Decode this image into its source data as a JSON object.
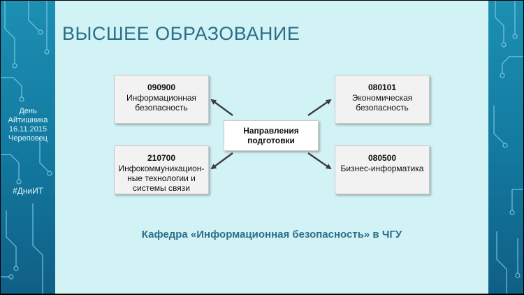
{
  "slide": {
    "title": "ВЫСШЕЕ ОБРАЗОВАНИЕ",
    "side_info": [
      "День",
      "Айтишника",
      "16.11.2015",
      "Череповец"
    ],
    "side_tag": "#ДниИТ",
    "center": [
      "Направления",
      "подготовки"
    ],
    "boxes": [
      {
        "code": "090900",
        "lines": [
          "Информационная",
          "безопасность"
        ]
      },
      {
        "code": "080101",
        "lines": [
          "Экономическая",
          "безопасность"
        ]
      },
      {
        "code": "210700",
        "lines": [
          "Инфокоммуникацион-",
          "ные технологии и",
          "системы связи"
        ]
      },
      {
        "code": "080500",
        "lines": [
          "Бизнес-информатика"
        ]
      }
    ],
    "footer": "Кафедра «Информационная безопасность» в ЧГУ"
  },
  "colors": {
    "accent": "#2a6e87",
    "content_bg": "#d2f3f6",
    "border_blue": "#1c8fb3"
  }
}
